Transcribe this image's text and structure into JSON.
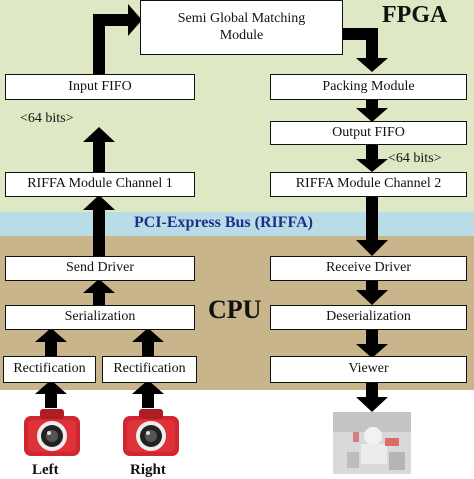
{
  "regions": {
    "fpga_label": "FPGA",
    "bus_label": "PCI-Express Bus (RIFFA)",
    "cpu_label": "CPU"
  },
  "blocks": {
    "sgm": "Semi Global Matching Module",
    "input_fifo": "Input FIFO",
    "packing": "Packing Module",
    "output_fifo": "Output FIFO",
    "riffa_ch1": "RIFFA Module Channel 1",
    "riffa_ch2": "RIFFA Module Channel 2",
    "send_driver": "Send Driver",
    "receive_driver": "Receive Driver",
    "serialization": "Serialization",
    "deserialization": "Deserialization",
    "rect_left": "Rectification",
    "rect_right": "Rectification",
    "viewer": "Viewer"
  },
  "annotations": {
    "bits_left": "<64 bits>",
    "bits_right": "<64 bits>"
  },
  "cameras": {
    "left_label": "Left",
    "right_label": "Right"
  },
  "colors": {
    "fpga_bg": "#dfe8c4",
    "bus_bg": "#b9dde6",
    "cpu_bg": "#c9b58c",
    "camera_red": "#d1262f"
  },
  "icons": [
    "camera-icon",
    "camera-icon",
    "disparity-map-image"
  ]
}
